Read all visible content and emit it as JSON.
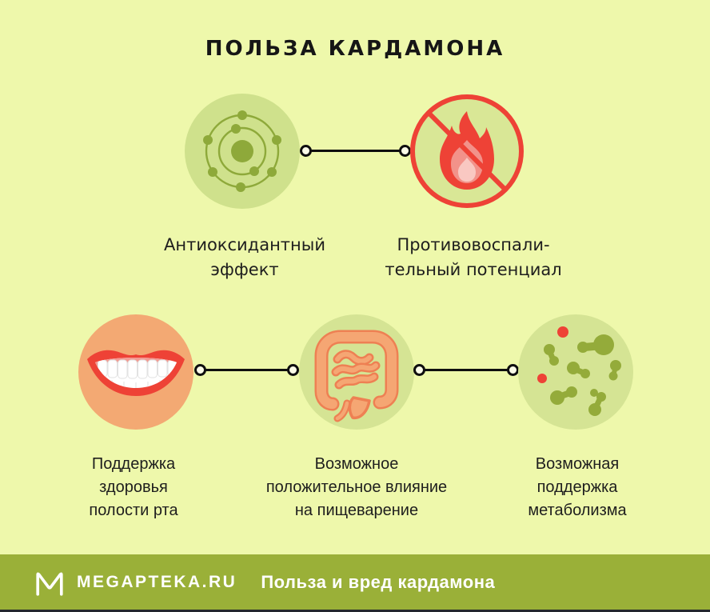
{
  "title": "ПОЛЬЗА КАРДАМОНА",
  "row1": [
    {
      "name": "antioxidant-effect",
      "icon": "atom-icon",
      "lines": [
        "Антиоксидантный",
        "эффект"
      ]
    },
    {
      "name": "anti-inflammatory-potential",
      "icon": "no-fire-icon",
      "lines": [
        "Противовоспали-",
        "тельный потенциал"
      ]
    }
  ],
  "row2": [
    {
      "name": "oral-health-support",
      "icon": "smiling-mouth-icon",
      "lines": [
        "Поддержка",
        "здоровья",
        "полости рта"
      ]
    },
    {
      "name": "digestion-positive-influence",
      "icon": "intestines-icon",
      "lines": [
        "Возможное",
        "положительное влияние",
        "на пищеварение"
      ]
    },
    {
      "name": "metabolism-support",
      "icon": "microbes-icon",
      "lines": [
        "Возможная",
        "поддержка",
        "метаболизма"
      ]
    }
  ],
  "footer": {
    "logo_icon": "megapteka-m-logo",
    "brand": "MEGAPTEKA.RU",
    "caption": "Польза и вред кардамона"
  },
  "colors": {
    "background": "#eef8ab",
    "circle_green_light": "#cfe18c",
    "circle_green": "#d5e494",
    "circle_orange": "#f3a973",
    "accent_red": "#ee4236",
    "olive": "#94ab3a",
    "intestine_fill": "#f5a673",
    "intestine_outline": "#ee8053",
    "footer_bar": "#9ab038",
    "text_dark": "#1e1e1e",
    "connector": "#0f0f0f",
    "footer_text": "#ffffff"
  }
}
